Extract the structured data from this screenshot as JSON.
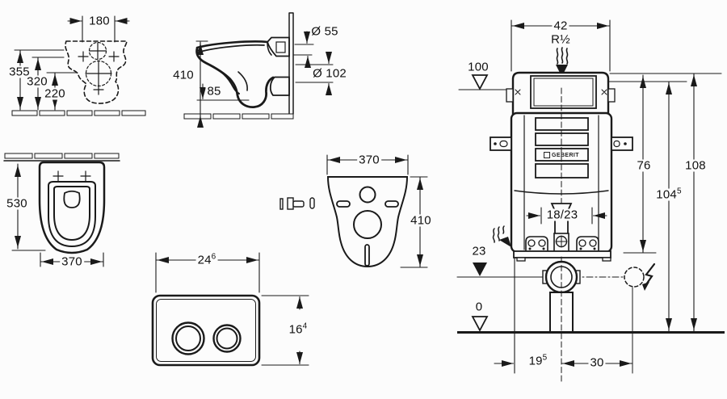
{
  "page": {
    "background": "#fcfcfc",
    "line_color": "#1a1a1a"
  },
  "fixing_view": {
    "width": "180",
    "height_1": "355",
    "height_2": "320",
    "height_3": "220"
  },
  "side_view": {
    "height": "410",
    "trap_height": "85",
    "inlet_diameter": "Ø 55",
    "outlet_diameter": "Ø 102"
  },
  "plan_view": {
    "depth": "530",
    "width": "370"
  },
  "flush_plate": {
    "width": "24",
    "width_sup": "6",
    "height": "16",
    "height_sup": "4"
  },
  "insulation_pad": {
    "width": "370",
    "height": "410"
  },
  "frame": {
    "width": "42",
    "water_connection": "R½",
    "level_100": "100",
    "height_76": "76",
    "height_108": "108",
    "height_104": "104",
    "height_104_sup": "5",
    "flush_pipe_offset": "18/23",
    "level_23": "23",
    "level_0": "0",
    "offset_19": "19",
    "offset_19_sup": "5",
    "offset_30": "30",
    "brand": "GEBERIT"
  }
}
